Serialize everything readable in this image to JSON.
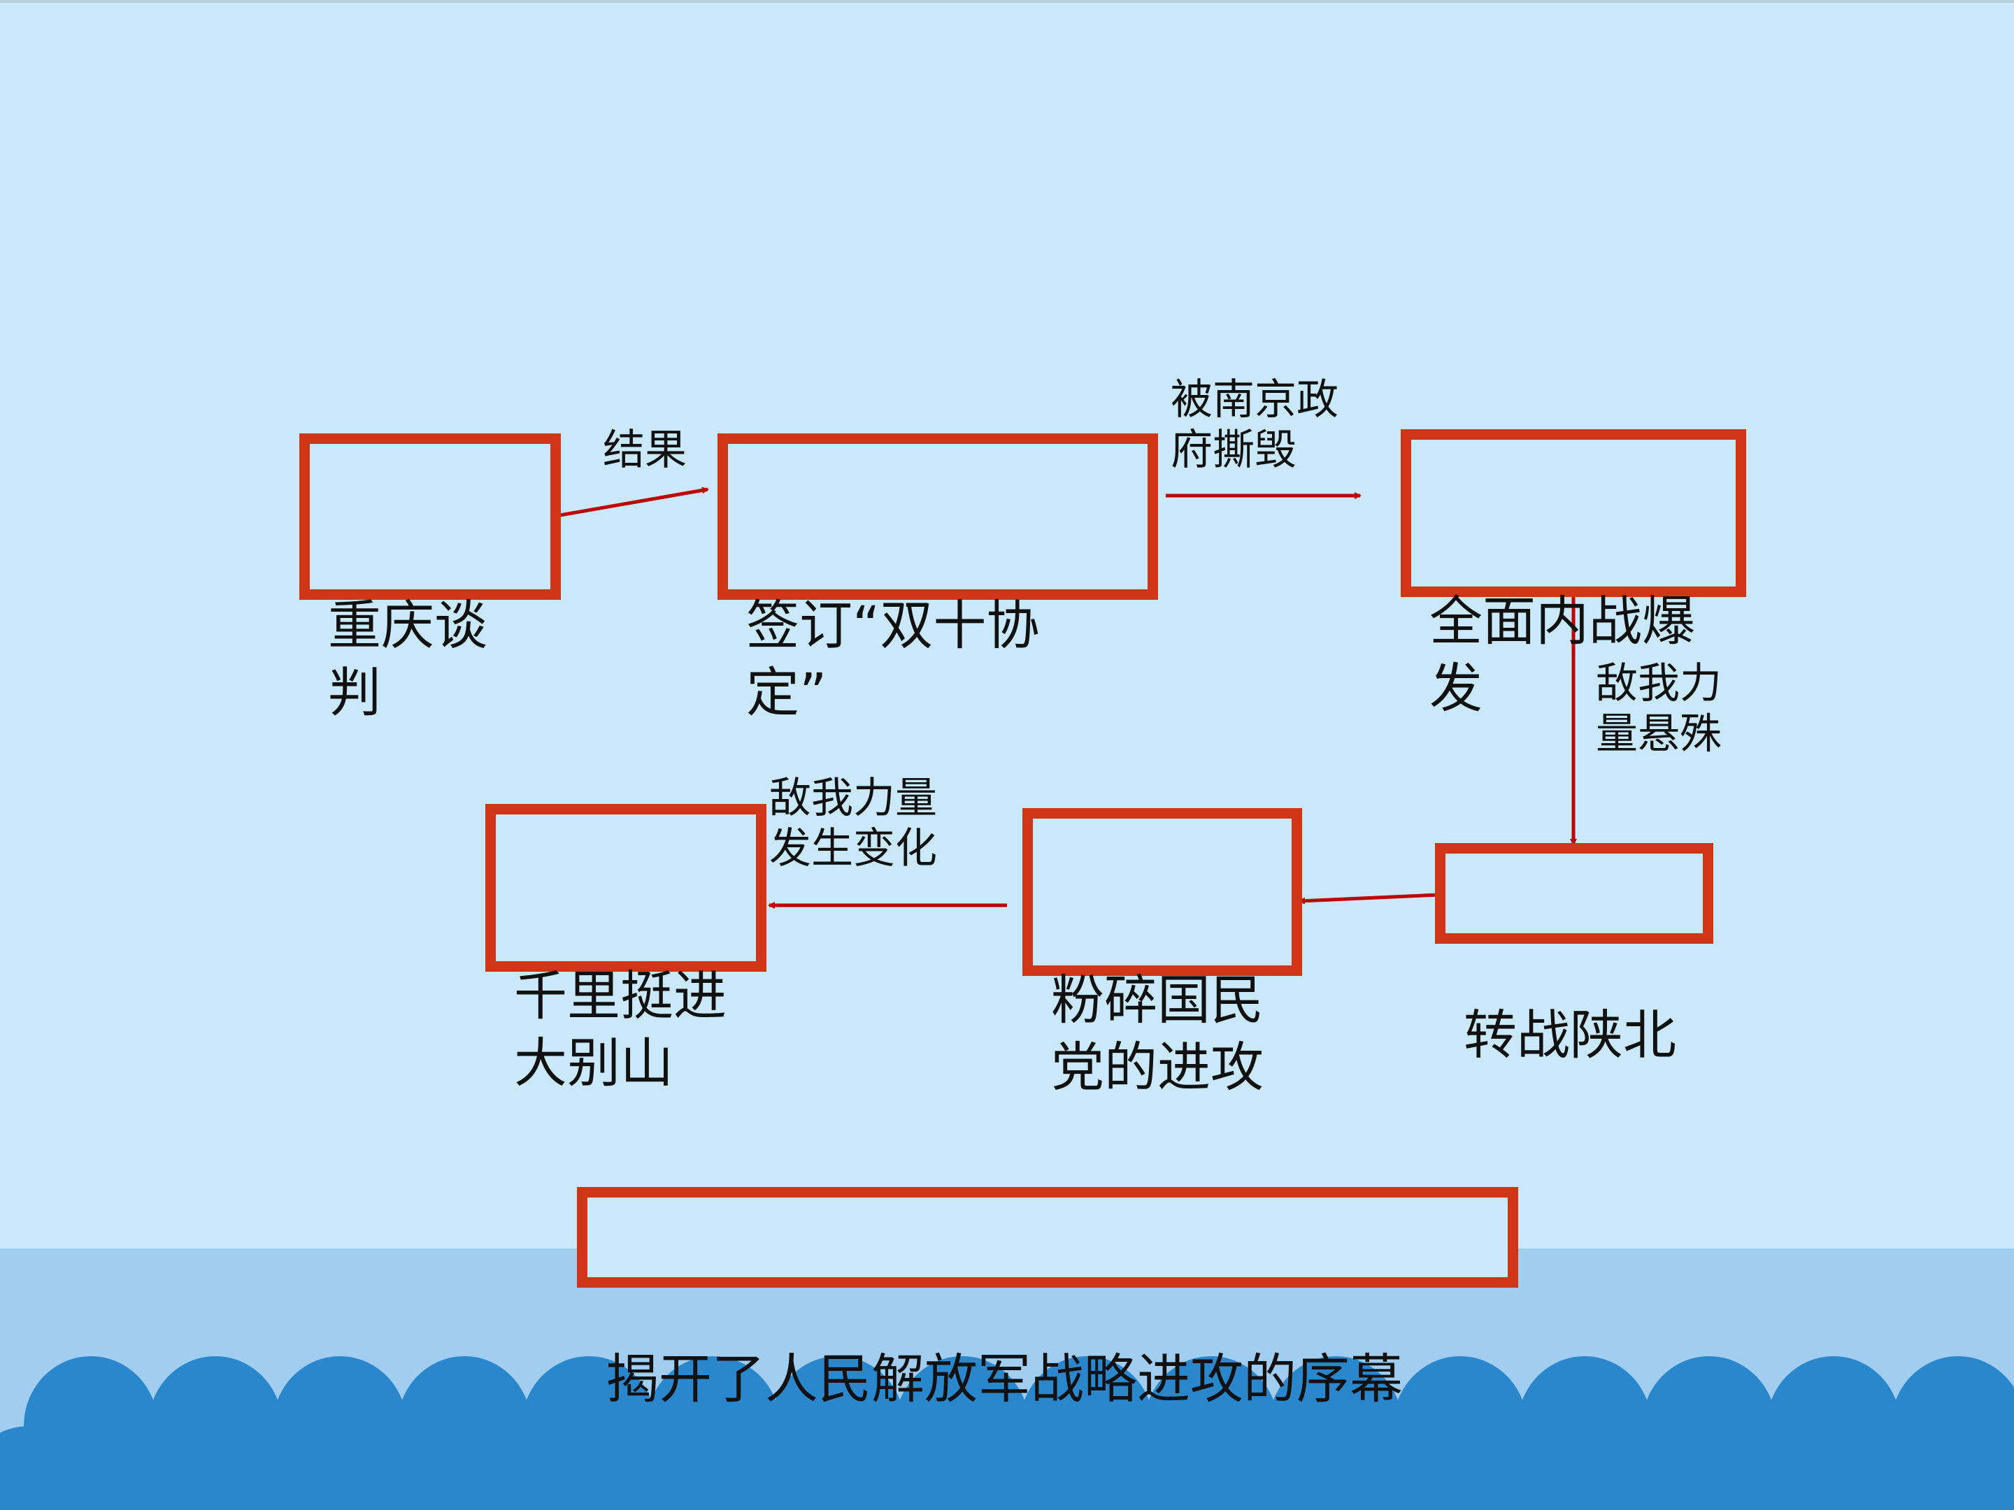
{
  "boxes": {
    "chongqing": "重庆谈\n判",
    "shuangshi": "签订“双十协\n定”",
    "neizhan": "全面内战爆\n发",
    "shanbei": "转战陕北",
    "fensui": "粉碎国民\n党的进攻",
    "dabieshan": "千里挺进\n大别山",
    "xumu": "揭开了人民解放军战略进攻的序幕"
  },
  "labels": {
    "jieguo": "结果",
    "nanjing": "被南京政\n府撕毁",
    "xuanshu": "敌我力\n量悬殊",
    "bianhua": "敌我力量\n发生变化"
  },
  "colors": {
    "box_border": "#cf3618",
    "arrow": "#c00000",
    "background": "#c9e9fb",
    "band": "#a0cdf0",
    "wave": "#2b87cc"
  }
}
